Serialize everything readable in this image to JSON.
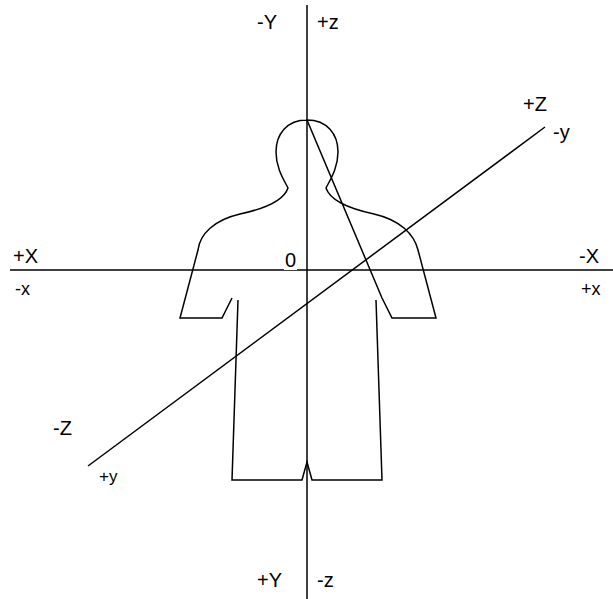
{
  "diagram": {
    "labels": [
      "-Y",
      "+z",
      "+Z",
      "-y",
      "+X",
      "-x",
      "0",
      "-X",
      "+x",
      "-Z",
      "+y",
      "+Y",
      "-z"
    ]
  }
}
